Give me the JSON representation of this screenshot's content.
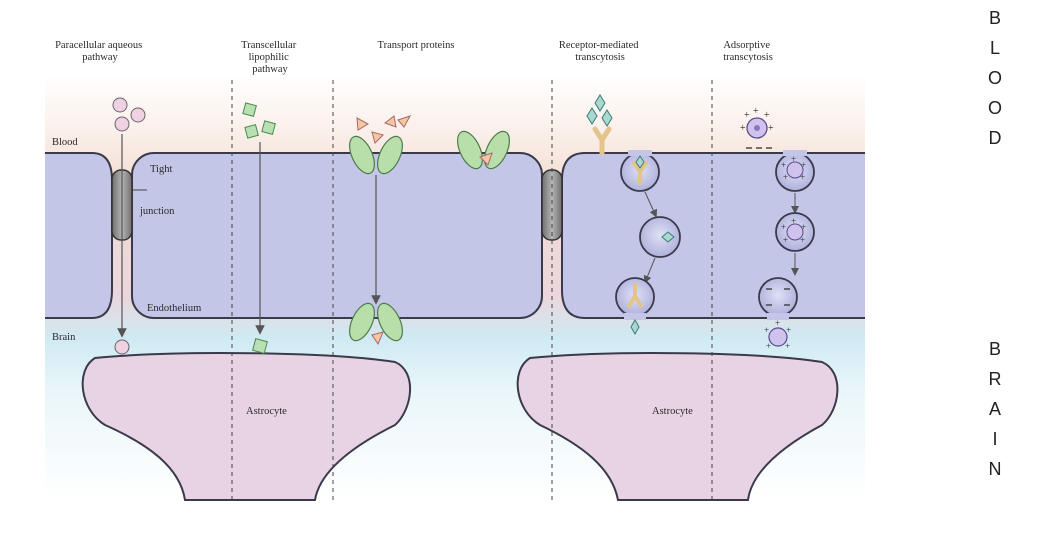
{
  "headers": {
    "paracellular": [
      "Paracellular aqueous",
      "pathway"
    ],
    "transcellular": [
      "Transcellular",
      "lipophilic",
      "pathway"
    ],
    "transport": [
      "Transport proteins"
    ],
    "receptor": [
      "Receptor-mediated",
      "transcytosis"
    ],
    "adsorptive": [
      "Adsorptive",
      "transcytosis"
    ]
  },
  "labels": {
    "blood": "Blood",
    "brain": "Brain",
    "tight_junction": [
      "Tight",
      "junction"
    ],
    "endothelium": "Endothelium",
    "astrocyte_left": "Astrocyte",
    "astrocyte_right": "Astrocyte"
  },
  "side": {
    "blood_letters": [
      "B",
      "L",
      "O",
      "O",
      "D"
    ],
    "brain_letters": [
      "B",
      "R",
      "A",
      "I",
      "N"
    ]
  },
  "colors": {
    "blood_bg": "#f3ddd3",
    "brain_bg": "#cfeaf3",
    "endothelium": "#c4c6e8",
    "astrocyte": "#e7d3e4",
    "junction": "#8c8c8c",
    "paracellular_particle": "#efd1e3",
    "lipophilic_particle": "#b9e0b3",
    "transporter": "#b8dfaa",
    "substrate": "#f2c8a3",
    "ligand": "#a9d8d0",
    "receptor": "#f0d7a6",
    "adsorptive_particle": "#cfc3ee"
  },
  "icons": [
    "plus-charge-icon",
    "minus-charge-icon",
    "receptor-y-icon",
    "transporter-icon"
  ]
}
